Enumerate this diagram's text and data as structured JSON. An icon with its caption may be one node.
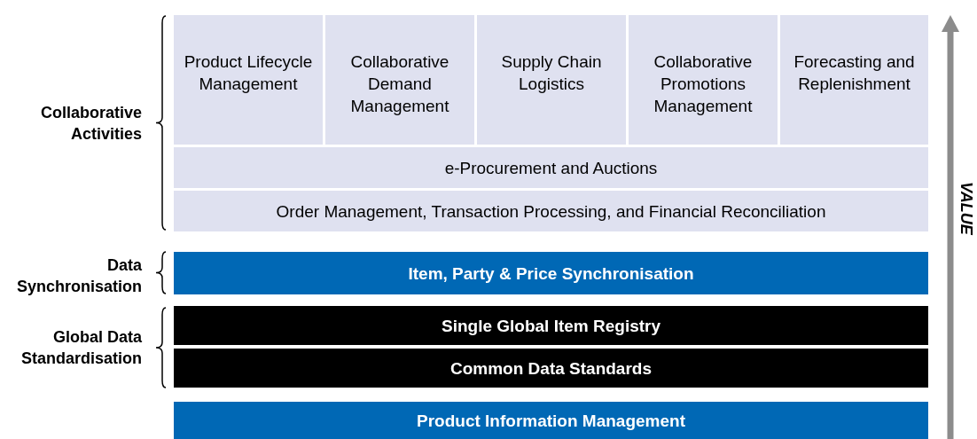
{
  "diagram": {
    "nodes": [
      {
        "text": [
          "Product Lifecycle Management"
        ]
      },
      {
        "text": [
          "Collaborative Demand Management"
        ]
      },
      {
        "text": [
          "Supply Chain Logistics"
        ]
      },
      {
        "text": [
          "Collaborative Promotions Management"
        ]
      },
      {
        "text": [
          "Forecasting and Replenishment"
        ]
      },
      {
        "text": [
          "e-Procurement and Auctions"
        ]
      },
      {
        "text": [
          "Order Management, Transaction Processing, and Financial Reconciliation"
        ]
      },
      {
        "text": [
          "Item, Party & Price Synchronisation"
        ]
      },
      {
        "text": [
          "Single Global Item Registry"
        ]
      },
      {
        "text": [
          "Common Data Standards"
        ]
      },
      {
        "text": [
          "Product Information Management"
        ]
      }
    ],
    "edges": [],
    "labels": [
      "Collaborative Activities",
      "Data Synchronisation",
      "Global Data Standardisation",
      "VALUE"
    ]
  }
}
